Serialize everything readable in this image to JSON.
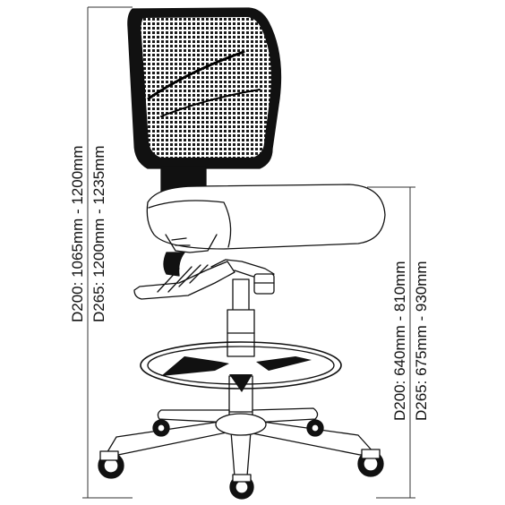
{
  "overall_height": {
    "line1": "D200: 1065mm - 1200mm",
    "line2": "D265: 1200mm - 1235mm"
  },
  "seat_height": {
    "line1": "D200: 640mm - 810mm",
    "line2": "D265: 675mm - 930mm"
  },
  "colors": {
    "outline": "#111111",
    "mesh_back": "#1a1a1a",
    "dimension_line": "#333333"
  },
  "icons": [
    "drafting-chair-illustration",
    "mesh-backrest",
    "seat-cushion",
    "gas-lift",
    "foot-ring",
    "five-star-base",
    "castor-wheels"
  ]
}
